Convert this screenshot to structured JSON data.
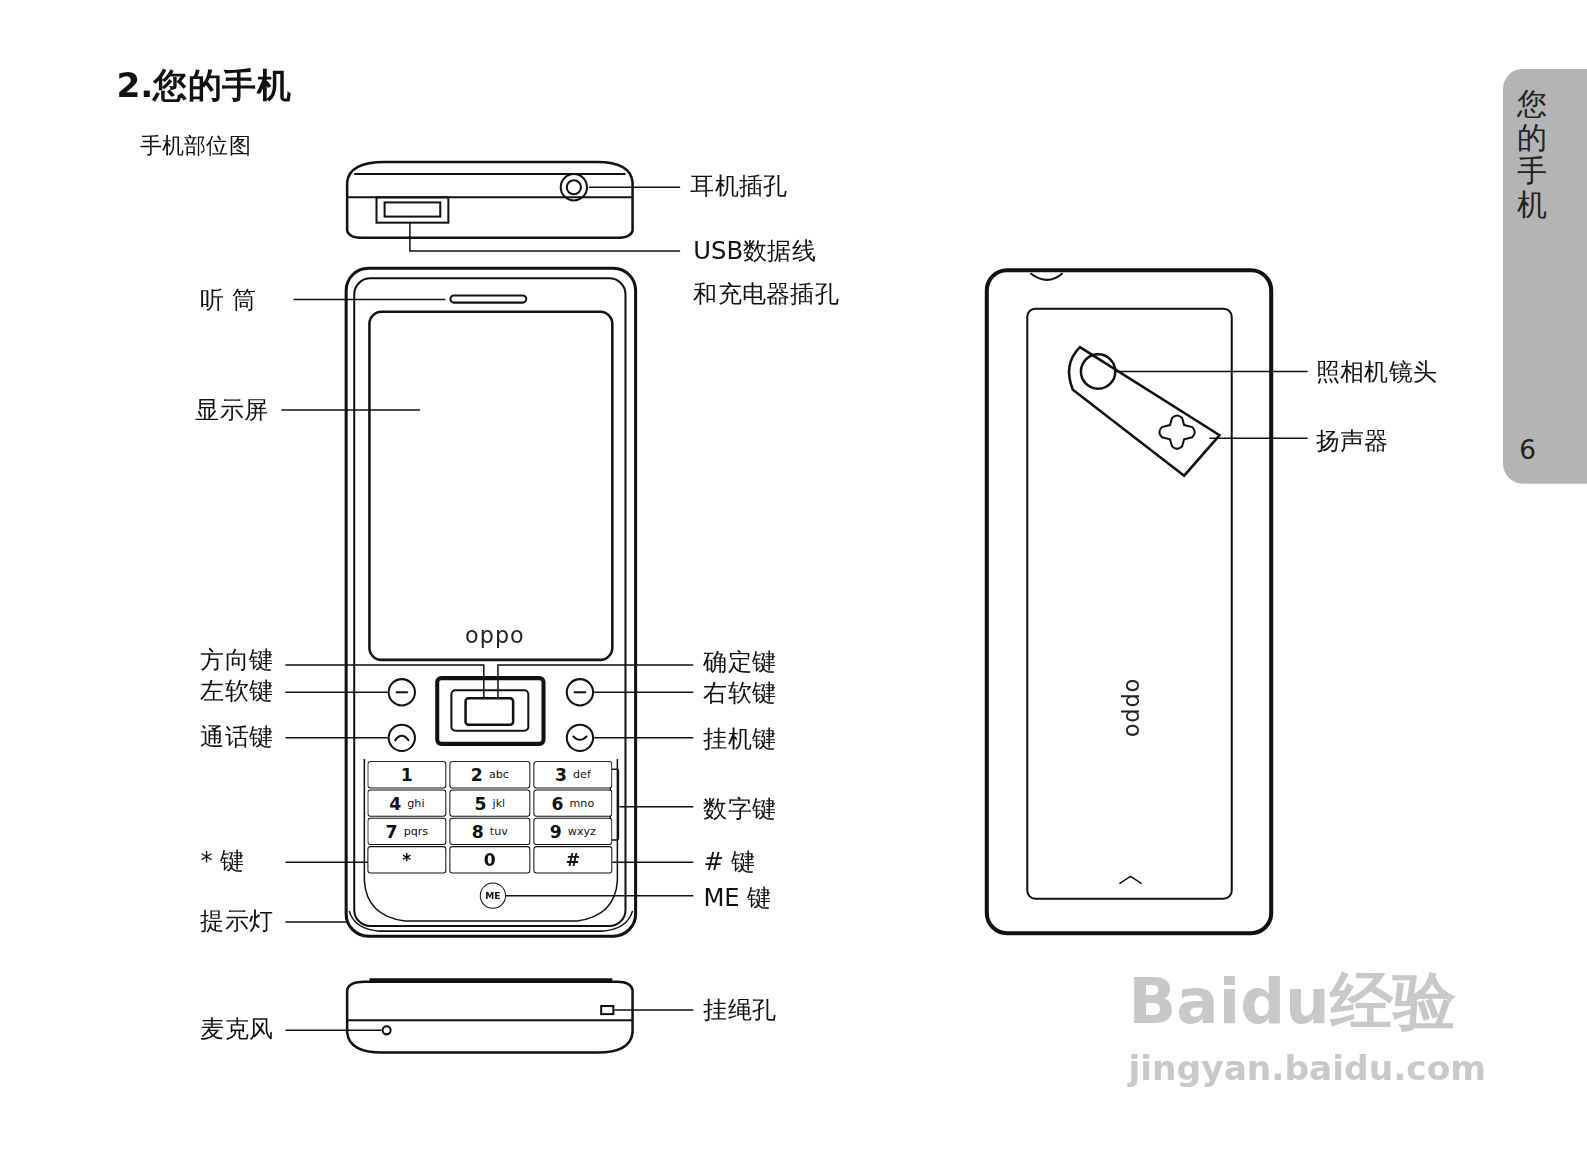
{
  "diagram": {
    "title": "2.您的手机",
    "nodes": [
      {
        "text": [
          "您的手机",
          "6"
        ]
      },
      {
        "text": [
          "1"
        ]
      },
      {
        "text": [
          "2",
          "abc"
        ]
      },
      {
        "text": [
          "3",
          "def"
        ]
      },
      {
        "text": [
          "4",
          "ghi"
        ]
      },
      {
        "text": [
          "5",
          "jkl"
        ]
      },
      {
        "text": [
          "6",
          "mno"
        ]
      },
      {
        "text": [
          "7",
          "pqrs"
        ]
      },
      {
        "text": [
          "8",
          "tuv"
        ]
      },
      {
        "text": [
          "9",
          "wxyz"
        ]
      },
      {
        "text": [
          "*"
        ]
      },
      {
        "text": [
          "0"
        ]
      },
      {
        "text": [
          "#"
        ]
      },
      {
        "text": [
          "ME"
        ]
      }
    ],
    "labels": [
      "手机部位图",
      "耳机插孔",
      "USB数据线 和充电器插孔",
      "听 筒",
      "显示屏",
      "方向键",
      "左软键",
      "通话键",
      "* 键",
      "提示灯",
      "麦克风",
      "确定键",
      "右软键",
      "挂机键",
      "数字键",
      "# 键",
      "ME 键",
      "挂绳孔",
      "照相机镜头",
      "扬声器",
      "oppo",
      "oppo",
      "Baidu经验",
      "jingyan.baidu.com"
    ]
  }
}
